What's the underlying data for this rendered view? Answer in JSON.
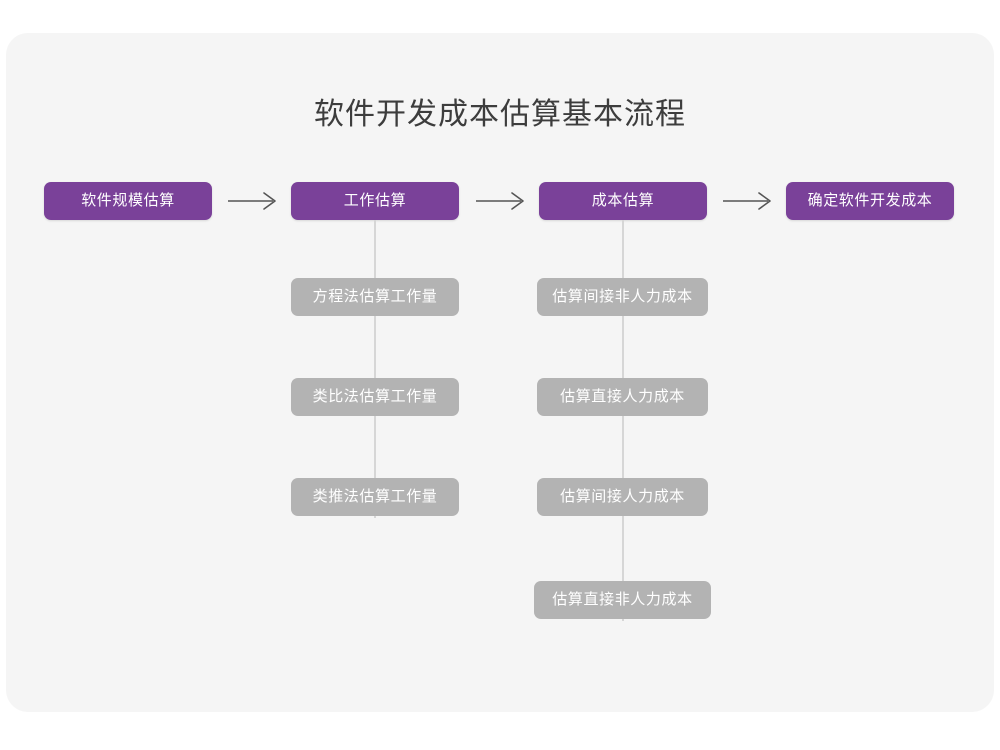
{
  "diagram": {
    "title": "软件开发成本估算基本流程",
    "colors": {
      "canvas": "#ffffff",
      "card": "#f5f5f5",
      "primary": "#7a4199",
      "secondary": "#b3b3b3",
      "connector": "#d6d6d6",
      "arrow": "#555555",
      "title_text": "#3d3d3d",
      "node_text": "#ffffff"
    },
    "main_flow": [
      {
        "id": "step-1",
        "label": "软件规模估算"
      },
      {
        "id": "step-2",
        "label": "工作估算"
      },
      {
        "id": "step-3",
        "label": "成本估算"
      },
      {
        "id": "step-4",
        "label": "确定软件开发成本"
      }
    ],
    "arrows": [
      {
        "id": "arrow-1",
        "from": "软件规模估算",
        "to": "工作估算",
        "glyph": "arrow-right-icon"
      },
      {
        "id": "arrow-2",
        "from": "工作估算",
        "to": "成本估算",
        "glyph": "arrow-right-icon"
      },
      {
        "id": "arrow-3",
        "from": "成本估算",
        "to": "确定软件开发成本",
        "glyph": "arrow-right-icon"
      }
    ],
    "branches": [
      {
        "id": "branch-work-estimation",
        "parent": "工作估算",
        "items": [
          {
            "id": "work-1",
            "label": "方程法估算工作量"
          },
          {
            "id": "work-2",
            "label": "类比法估算工作量"
          },
          {
            "id": "work-3",
            "label": "类推法估算工作量"
          }
        ]
      },
      {
        "id": "branch-cost-estimation",
        "parent": "成本估算",
        "items": [
          {
            "id": "cost-1",
            "label": "估算间接非人力成本"
          },
          {
            "id": "cost-2",
            "label": "估算直接人力成本"
          },
          {
            "id": "cost-3",
            "label": "估算间接人力成本"
          },
          {
            "id": "cost-4",
            "label": "估算直接非人力成本"
          }
        ]
      }
    ]
  }
}
